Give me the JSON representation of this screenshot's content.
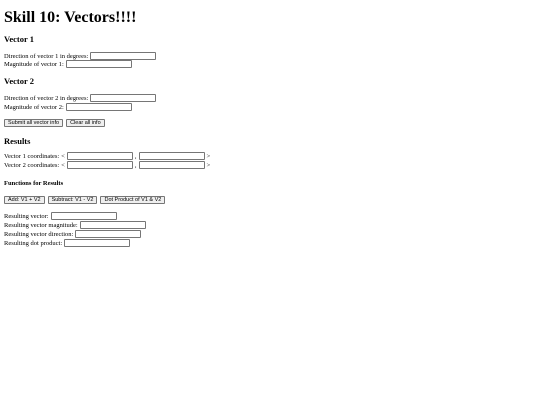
{
  "page": {
    "title": "Skill 10: Vectors!!!!"
  },
  "vector1": {
    "heading": "Vector 1",
    "direction_label": "Direction of vector 1 in degrees:",
    "direction_value": "",
    "magnitude_label": "Magnitude of vector 1:",
    "magnitude_value": ""
  },
  "vector2": {
    "heading": "Vector 2",
    "direction_label": "Direction of vector 2 in degrees:",
    "direction_value": "",
    "magnitude_label": "Magnitude of vector 2:",
    "magnitude_value": ""
  },
  "actions": {
    "submit_label": "Submit all vector info",
    "clear_label": "Clear all info"
  },
  "results": {
    "heading": "Results",
    "open": "<",
    "comma": ",",
    "close": ">",
    "v1_label": "Vector 1 coordinates:",
    "v1_x": "",
    "v1_y": "",
    "v2_label": "Vector 2 coordinates:",
    "v2_x": "",
    "v2_y": ""
  },
  "functions": {
    "heading": "Functions for Results",
    "add_label": "Add: V1 + V2",
    "subtract_label": "Subtract: V1 - V2",
    "dot_label": "Dot Product of V1 & V2"
  },
  "outputs": {
    "vector_label": "Resulting vector:",
    "vector_value": "",
    "magnitude_label": "Resulting vector magnitude:",
    "magnitude_value": "",
    "direction_label": "Resulting vector direction:",
    "direction_value": "",
    "dot_label": "Resulting dot product:",
    "dot_value": ""
  }
}
